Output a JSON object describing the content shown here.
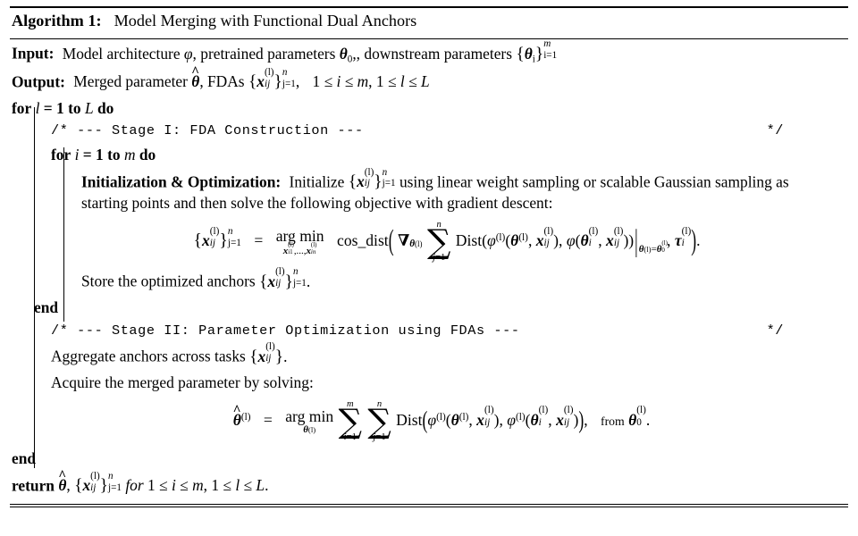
{
  "algorithm": {
    "caption_label": "Algorithm 1:",
    "caption_title": "Model Merging with Functional Dual Anchors",
    "input_label": "Input:",
    "output_label": "Output:",
    "input_text_a": "Model architecture",
    "input_text_b": ", pretrained parameters",
    "input_text_c": ", downstream parameters",
    "output_text_a": "Merged parameter",
    "output_text_b": ", FDAs",
    "for_l": "for",
    "for_l_body": "= 1 to",
    "do": "do",
    "for_i": "for",
    "for_i_body": "= 1 to",
    "comment_stage1": "/* --- Stage I: FDA Construction ---",
    "comment_stage1_end": "*/",
    "comment_stage2": "/* --- Stage II: Parameter Optimization using FDAs ---",
    "comment_stage2_end": "*/",
    "init_label": "Initialization & Optimization:",
    "init_text_a": "Initialize",
    "init_text_b": "using linear weight sampling or scalable Gaussian sampling as starting points and then solve the following objective with gradient descent:",
    "store_text": "Store the optimized anchors",
    "end_1": "end",
    "end_2": "end",
    "aggregate_text": "Aggregate anchors across tasks",
    "acquire_text": "Acquire the merged parameter by solving:",
    "return_label": "return",
    "return_for": "for",
    "from_label": "from",
    "argmin_label": "arg min",
    "cosdist_label": "cos_dist",
    "dist_label": "Dist",
    "fda_label": "FDAs"
  },
  "symbols": {
    "phi": "φ",
    "theta": "θ",
    "tau": "τ",
    "nabla": "∇",
    "sum": "∑",
    "leq": "≤",
    "eq": "=",
    "lbrace": "{",
    "rbrace": "}",
    "hat": "^",
    "i": "i",
    "j": "j",
    "l": "l",
    "m": "m",
    "n": "n",
    "L": "L",
    "x": "x",
    "one": "1",
    "zero": "0",
    "sup_l": "(l)",
    "sub_ij": "ij",
    "sub_j1": "j=1",
    "sub_i1": "i=1",
    "period": ".",
    "comma": ",",
    "ellipsis": ",...,"
  },
  "colors": {
    "text": "#000000",
    "background": "#ffffff",
    "rule": "#000000"
  }
}
